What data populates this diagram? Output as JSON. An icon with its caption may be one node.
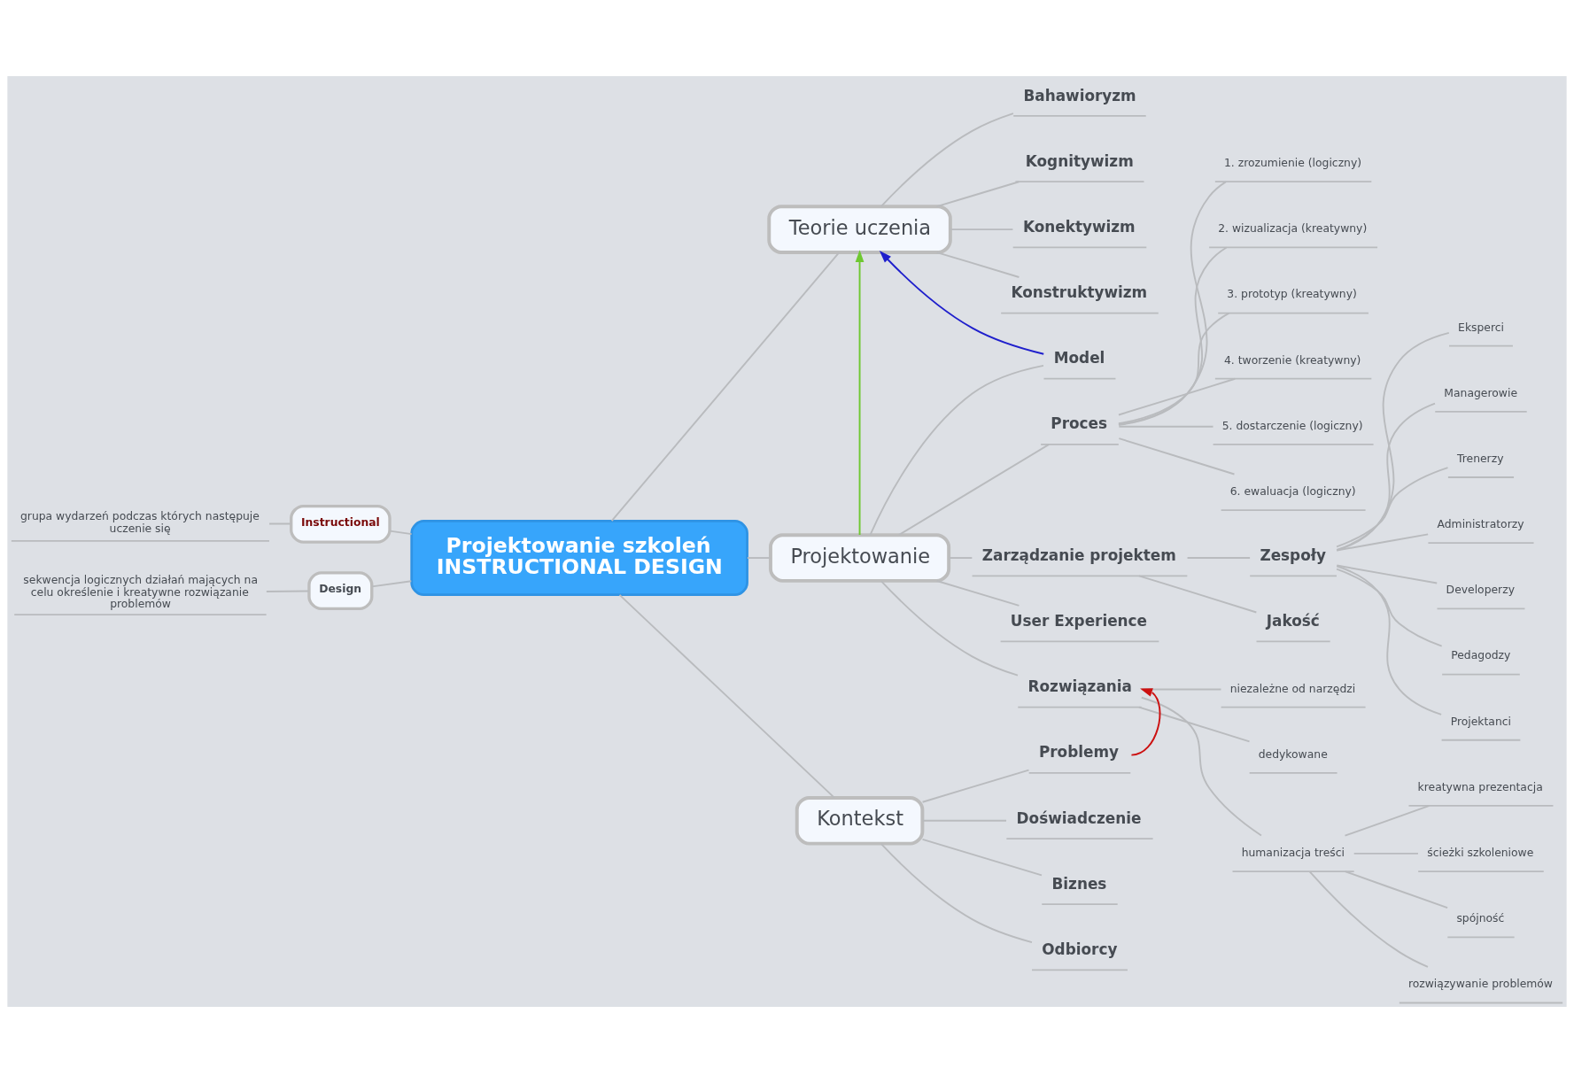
{
  "diagram": {
    "nodes": [
      {
        "text": [
          "Projektowanie szkoleń INSTRUCTIONAL DESIGN"
        ]
      },
      {
        "text": [
          "Teorie uczenia"
        ]
      },
      {
        "text": [
          "Bahawioryzm"
        ]
      },
      {
        "text": [
          "Kognitywizm"
        ]
      },
      {
        "text": [
          "Konektywizm"
        ]
      },
      {
        "text": [
          "Konstruktywizm"
        ]
      },
      {
        "text": [
          "Projektowanie"
        ]
      },
      {
        "text": [
          "Model"
        ]
      },
      {
        "text": [
          "Proces"
        ]
      },
      {
        "text": [
          "1. zrozumienie (logiczny)"
        ]
      },
      {
        "text": [
          "2. wizualizacja (kreatywny)"
        ]
      },
      {
        "text": [
          "3. prototyp (kreatywny)"
        ]
      },
      {
        "text": [
          "4. tworzenie (kreatywny)"
        ]
      },
      {
        "text": [
          "5. dostarczenie (logiczny)"
        ]
      },
      {
        "text": [
          "6. ewaluacja (logiczny)"
        ]
      },
      {
        "text": [
          "Zarządzanie projektem"
        ]
      },
      {
        "text": [
          "Zespoły"
        ]
      },
      {
        "text": [
          "Eksperci"
        ]
      },
      {
        "text": [
          "Managerowie"
        ]
      },
      {
        "text": [
          "Trenerzy"
        ]
      },
      {
        "text": [
          "Administratorzy"
        ]
      },
      {
        "text": [
          "Developerzy"
        ]
      },
      {
        "text": [
          "Pedagodzy"
        ]
      },
      {
        "text": [
          "Projektanci"
        ]
      },
      {
        "text": [
          "Jakość"
        ]
      },
      {
        "text": [
          "User Experience"
        ]
      },
      {
        "text": [
          "Rozwiązania"
        ]
      },
      {
        "text": [
          "niezależne od narzędzi"
        ]
      },
      {
        "text": [
          "dedykowane"
        ]
      },
      {
        "text": [
          "humanizacja treści"
        ]
      },
      {
        "text": [
          "kreatywna prezentacja"
        ]
      },
      {
        "text": [
          "ścieżki szkoleniowe"
        ]
      },
      {
        "text": [
          "spójność"
        ]
      },
      {
        "text": [
          "rozwiązywanie problemów"
        ]
      },
      {
        "text": [
          "Kontekst"
        ]
      },
      {
        "text": [
          "Problemy"
        ]
      },
      {
        "text": [
          "Doświadczenie"
        ]
      },
      {
        "text": [
          "Biznes"
        ]
      },
      {
        "text": [
          "Odbiorcy"
        ]
      },
      {
        "text": [
          "Instructional"
        ]
      },
      {
        "text": [
          "grupa wydarzeń podczas których następuje uczenie się"
        ]
      },
      {
        "text": [
          "Design"
        ]
      },
      {
        "text": [
          "sekwencja logicznych działań mających na celu określenie i kreatywne rozwiązanie problemów"
        ]
      }
    ],
    "edges": [
      {
        "from": 0,
        "to": 1,
        "arrow": "none"
      },
      {
        "from": 1,
        "to": 2,
        "arrow": "none"
      },
      {
        "from": 1,
        "to": 3,
        "arrow": "none"
      },
      {
        "from": 1,
        "to": 4,
        "arrow": "none"
      },
      {
        "from": 1,
        "to": 5,
        "arrow": "none"
      },
      {
        "from": 0,
        "to": 6,
        "arrow": "none"
      },
      {
        "from": 6,
        "to": 7,
        "arrow": "none"
      },
      {
        "from": 6,
        "to": 8,
        "arrow": "none"
      },
      {
        "from": 8,
        "to": 9,
        "arrow": "none"
      },
      {
        "from": 8,
        "to": 10,
        "arrow": "none"
      },
      {
        "from": 8,
        "to": 11,
        "arrow": "none"
      },
      {
        "from": 8,
        "to": 12,
        "arrow": "none"
      },
      {
        "from": 8,
        "to": 13,
        "arrow": "none"
      },
      {
        "from": 8,
        "to": 14,
        "arrow": "none"
      },
      {
        "from": 6,
        "to": 15,
        "arrow": "none"
      },
      {
        "from": 15,
        "to": 16,
        "arrow": "none"
      },
      {
        "from": 16,
        "to": 17,
        "arrow": "none"
      },
      {
        "from": 16,
        "to": 18,
        "arrow": "none"
      },
      {
        "from": 16,
        "to": 19,
        "arrow": "none"
      },
      {
        "from": 16,
        "to": 20,
        "arrow": "none"
      },
      {
        "from": 16,
        "to": 21,
        "arrow": "none"
      },
      {
        "from": 16,
        "to": 22,
        "arrow": "none"
      },
      {
        "from": 16,
        "to": 23,
        "arrow": "none"
      },
      {
        "from": 15,
        "to": 24,
        "arrow": "none"
      },
      {
        "from": 6,
        "to": 25,
        "arrow": "none"
      },
      {
        "from": 6,
        "to": 26,
        "arrow": "none"
      },
      {
        "from": 26,
        "to": 27,
        "arrow": "none"
      },
      {
        "from": 26,
        "to": 28,
        "arrow": "none"
      },
      {
        "from": 26,
        "to": 29,
        "arrow": "none"
      },
      {
        "from": 29,
        "to": 30,
        "arrow": "none"
      },
      {
        "from": 29,
        "to": 31,
        "arrow": "none"
      },
      {
        "from": 29,
        "to": 32,
        "arrow": "none"
      },
      {
        "from": 29,
        "to": 33,
        "arrow": "none"
      },
      {
        "from": 0,
        "to": 34,
        "arrow": "none"
      },
      {
        "from": 34,
        "to": 35,
        "arrow": "none"
      },
      {
        "from": 34,
        "to": 36,
        "arrow": "none"
      },
      {
        "from": 34,
        "to": 37,
        "arrow": "none"
      },
      {
        "from": 34,
        "to": 38,
        "arrow": "none"
      },
      {
        "from": 39,
        "to": 0,
        "arrow": "none"
      },
      {
        "from": 40,
        "to": 39,
        "arrow": "none"
      },
      {
        "from": 41,
        "to": 0,
        "arrow": "none"
      },
      {
        "from": 42,
        "to": 41,
        "arrow": "none"
      },
      {
        "from": 7,
        "to": 1,
        "arrow": "to",
        "color": "#1f1fcc"
      },
      {
        "from": 6,
        "to": 1,
        "arrow": "to",
        "color": "#6fc832"
      },
      {
        "from": 35,
        "to": 26,
        "arrow": "to",
        "color": "#cc1010"
      }
    ]
  }
}
